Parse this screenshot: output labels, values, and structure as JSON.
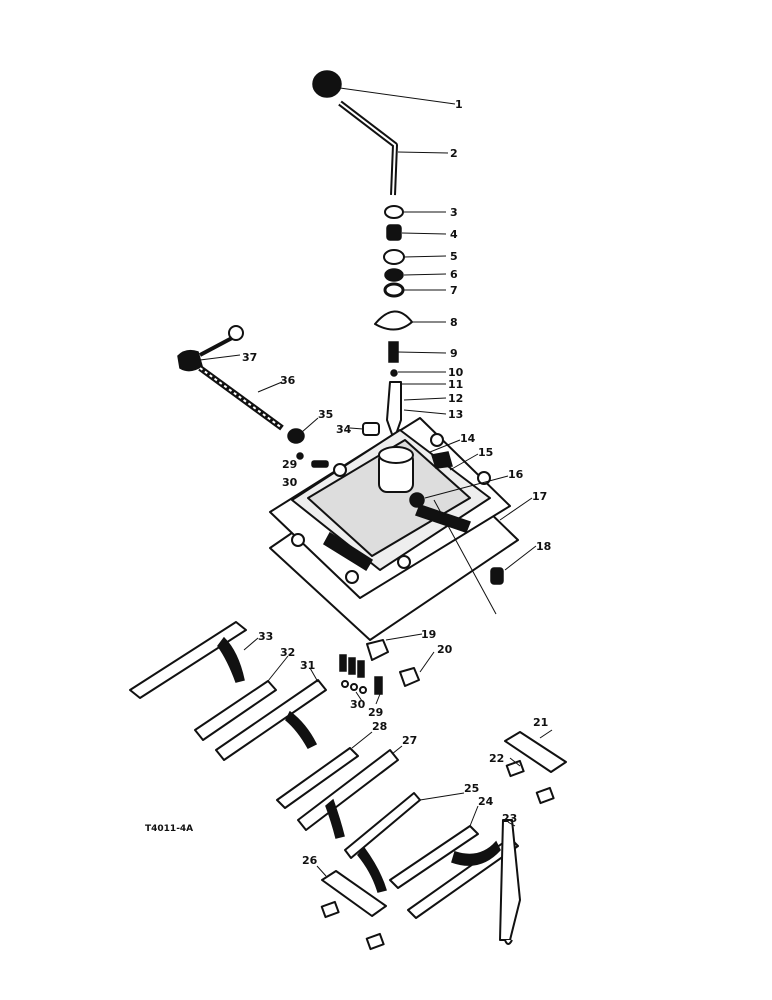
{
  "drawing": {
    "code": "T4011-4A",
    "callouts": [
      "1",
      "2",
      "3",
      "4",
      "5",
      "6",
      "7",
      "8",
      "9",
      "10",
      "11",
      "12",
      "13",
      "14",
      "15",
      "16",
      "17",
      "18",
      "19",
      "20",
      "21",
      "22",
      "23",
      "24",
      "25",
      "26",
      "27",
      "28",
      "29",
      "30",
      "31",
      "32",
      "33",
      "34",
      "35",
      "36",
      "37",
      "29",
      "30"
    ]
  }
}
